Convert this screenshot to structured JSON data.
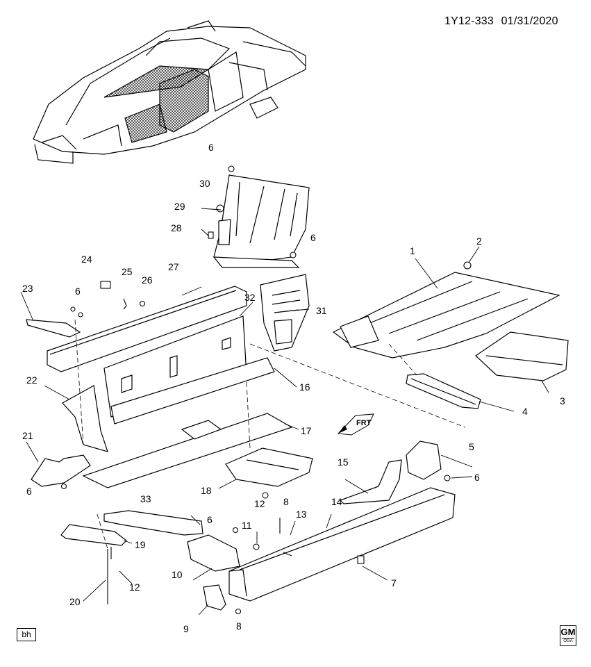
{
  "header": {
    "diagram_code": "1Y12-333",
    "date": "01/31/2020"
  },
  "corner_tag": "bh",
  "logo": {
    "mark": "GM",
    "sub": "OGA"
  },
  "direction_label": "FRT",
  "callouts": [
    "1",
    "2",
    "3",
    "4",
    "5",
    "6",
    "6",
    "6",
    "6",
    "6",
    "6",
    "7",
    "8",
    "8",
    "9",
    "10",
    "11",
    "12",
    "12",
    "13",
    "14",
    "15",
    "16",
    "17",
    "18",
    "19",
    "20",
    "21",
    "22",
    "23",
    "24",
    "25",
    "26",
    "27",
    "28",
    "29",
    "30",
    "31",
    "32",
    "33"
  ]
}
